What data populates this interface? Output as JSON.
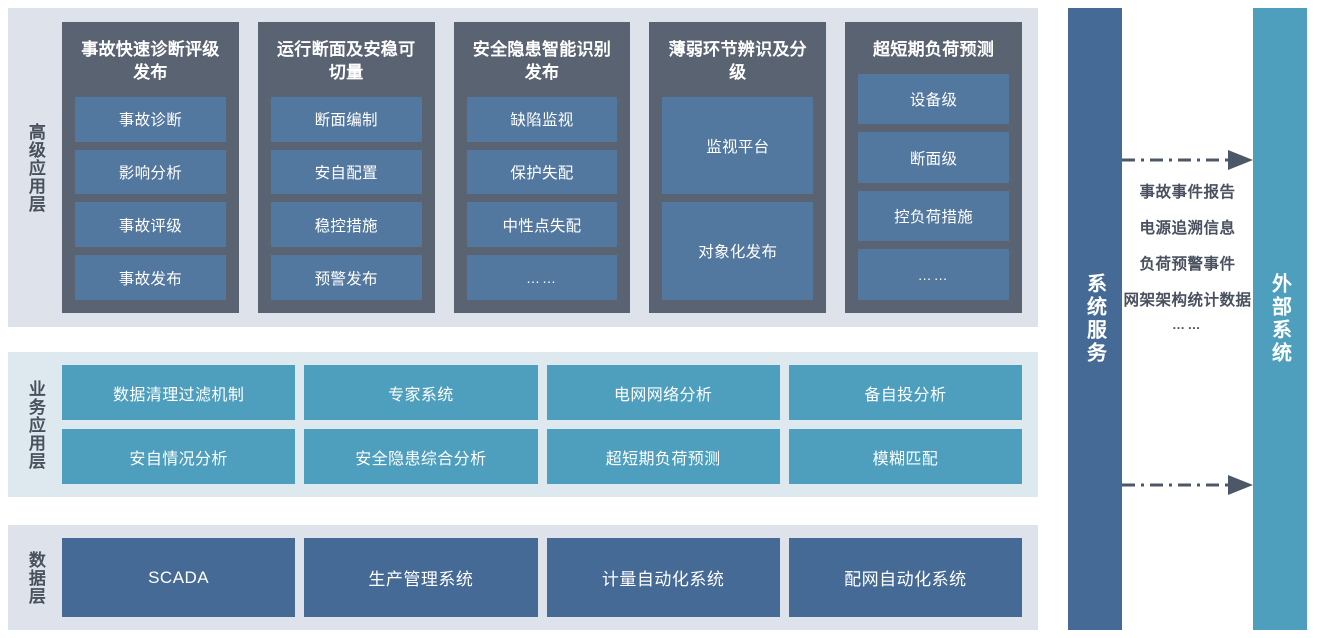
{
  "layers": {
    "advanced": {
      "label": "高级应用层",
      "cards": [
        {
          "title": "事故快速诊断评级发布",
          "items": [
            "事故诊断",
            "影响分析",
            "事故评级",
            "事故发布"
          ]
        },
        {
          "title": "运行断面及安稳可切量",
          "items": [
            "断面编制",
            "安自配置",
            "稳控措施",
            "预警发布"
          ]
        },
        {
          "title": "安全隐患智能识别发布",
          "items": [
            "缺陷监视",
            "保护失配",
            "中性点失配",
            "……"
          ]
        },
        {
          "title": "薄弱环节辨识及分级",
          "items": [
            "监视平台",
            "对象化发布"
          ]
        },
        {
          "title": "超短期负荷预测",
          "items": [
            "设备级",
            "断面级",
            "控负荷措施",
            "……"
          ]
        }
      ]
    },
    "business": {
      "label": "业务应用层",
      "rows": [
        [
          "数据清理过滤机制",
          "专家系统",
          "电网网络分析",
          "备自投分析"
        ],
        [
          "安自情况分析",
          "安全隐患综合分析",
          "超短期负荷预测",
          "模糊匹配"
        ]
      ]
    },
    "data": {
      "label": "数据层",
      "items": [
        "SCADA",
        "生产管理系统",
        "计量自动化系统",
        "配网自动化系统"
      ]
    }
  },
  "side": {
    "service_label": "系统服务",
    "external_label": "外部系统"
  },
  "flow": {
    "labels": [
      "事故事件报告",
      "电源追溯信息",
      "负荷预警事件",
      "网架架构统计数据",
      "……"
    ]
  },
  "colors": {
    "band_gray": "#dee3eb",
    "band_teal_tint": "#dde8ef",
    "card_dark": "#5a6371",
    "item_blue": "#53789f",
    "teal": "#4d9fbd",
    "deep_blue": "#456a96",
    "text_dark": "#49515e"
  }
}
